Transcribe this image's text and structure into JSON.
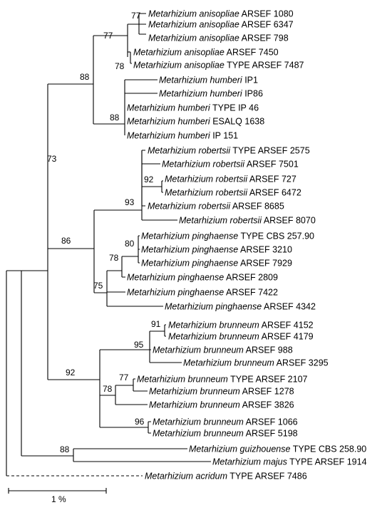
{
  "tree": {
    "leaves": [
      {
        "species": "Metarhizium anisopliae",
        "suffix": "ARSEF 1080"
      },
      {
        "species": "Metarhizium anisopliae",
        "suffix": "ARSEF 6347"
      },
      {
        "species": "Metarhizium anisopliae",
        "suffix": "ARSEF 798"
      },
      {
        "species": "Metarhizium anisopliae",
        "suffix": "ARSEF 7450"
      },
      {
        "species": "Metarhizium anisopliae",
        "suffix": "TYPE ARSEF 7487"
      },
      {
        "species": "Metarhizium humberi",
        "suffix": "IP1"
      },
      {
        "species": "Metarhizium humberi",
        "suffix": "IP86"
      },
      {
        "species": "Metarhizium humberi",
        "suffix": "TYPE IP 46"
      },
      {
        "species": "Metarhizium humberi",
        "suffix": "ESALQ 1638"
      },
      {
        "species": "Metarhizium humberi",
        "suffix": "IP 151"
      },
      {
        "species": "Metarhizium robertsii",
        "suffix": "TYPE ARSEF 2575"
      },
      {
        "species": "Metarhizium robertsii",
        "suffix": "ARSEF 7501"
      },
      {
        "species": "Metarhizium robertsii",
        "suffix": "ARSEF 727"
      },
      {
        "species": "Metarhizium robertsii",
        "suffix": "ARSEF 6472"
      },
      {
        "species": "Metarhizium robertsii",
        "suffix": "ARSEF 8685"
      },
      {
        "species": "Metarhizium robertsii",
        "suffix": "ARSEF 8070"
      },
      {
        "species": "Metarhizium pinghaense",
        "suffix": "TYPE CBS 257.90"
      },
      {
        "species": "Metarhizium pinghaense",
        "suffix": "ARSEF 3210"
      },
      {
        "species": "Metarhizium pinghaense",
        "suffix": "ARSEF 7929"
      },
      {
        "species": "Metarhizium pinghaense",
        "suffix": "ARSEF 2809"
      },
      {
        "species": "Metarhizium pinghaense",
        "suffix": "ARSEF 7422"
      },
      {
        "species": "Metarhizium pinghaense",
        "suffix": "ARSEF 4342"
      },
      {
        "species": "Metarhizium brunneum",
        "suffix": "ARSEF 4152"
      },
      {
        "species": "Metarhizium brunneum",
        "suffix": "ARSEF 4179"
      },
      {
        "species": "Metarhizium brunneum",
        "suffix": "ARSEF 988"
      },
      {
        "species": "Metarhizium brunneum",
        "suffix": "ARSEF 3295"
      },
      {
        "species": "Metarhizium brunneum",
        "suffix": "TYPE ARSEF 2107"
      },
      {
        "species": "Metarhizium brunneum",
        "suffix": "ARSEF 1278"
      },
      {
        "species": "Metarhizium brunneum",
        "suffix": "ARSEF 3826"
      },
      {
        "species": "Metarhizium brunneum",
        "suffix": "ARSEF 1066"
      },
      {
        "species": "Metarhizium brunneum",
        "suffix": "ARSEF 5198"
      },
      {
        "species": "Metarhizium guizhouense",
        "suffix": "TYPE CBS 258.90"
      },
      {
        "species": "Metarhizium majus",
        "suffix": "TYPE ARSEF 1914"
      },
      {
        "species": "Metarhizium acridum",
        "suffix": "TYPE ARSEF 7486"
      }
    ],
    "support_values": [
      "77",
      "77",
      "78",
      "88",
      "88",
      "73",
      "92",
      "93",
      "80",
      "78",
      "75",
      "86",
      "91",
      "95",
      "77",
      "78",
      "96",
      "92",
      "88"
    ],
    "outgroup_branch_style": "dashed"
  },
  "scale_bar": {
    "label": "1 %"
  }
}
